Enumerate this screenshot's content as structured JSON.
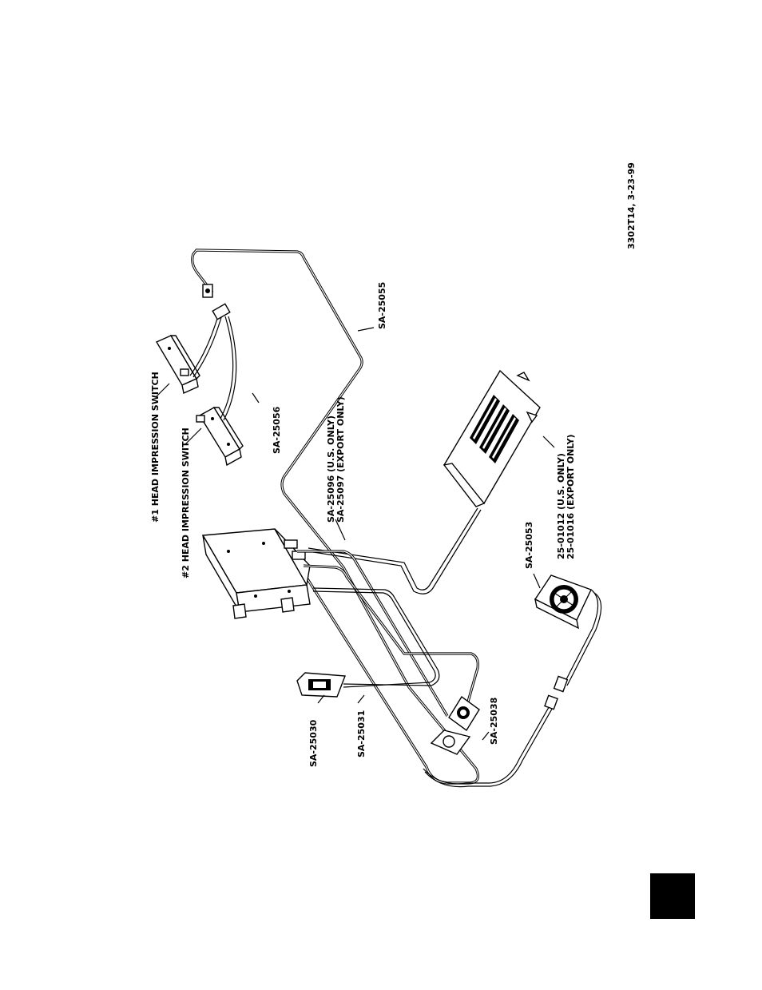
{
  "diagram": {
    "labels": {
      "head_switch_2": "#2 HEAD IMPRESSION SWITCH",
      "head_switch_1": "#1 HEAD IMPRESSION SWITCH",
      "sa_25056": "SA-25056",
      "sa_25055": "SA-25055",
      "sa_25096": "SA-25096 (U.S. ONLY)",
      "sa_25097": "SA-25097 (EXPORT ONLY)",
      "sa_25053": "SA-25053",
      "p_25_01012": "25-01012 (U.S. ONLY)",
      "p_25_01016": "25-01016 (EXPORT ONLY)",
      "sa_25030": "SA-25030",
      "sa_25031": "SA-25031",
      "sa_25038": "SA-25038"
    },
    "drawing_id": "3302T14, 3-23-99"
  }
}
